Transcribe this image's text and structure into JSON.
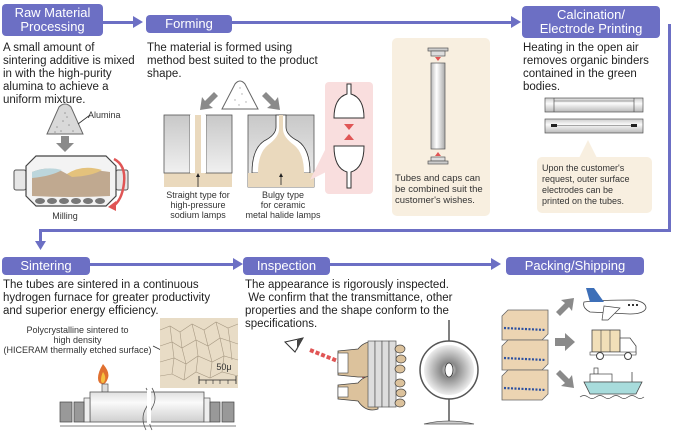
{
  "colors": {
    "step_bg": "#6c6fc4",
    "note_bg": "#f8efe0",
    "highlight_bg": "#f9dede",
    "accent_red": "#e05555",
    "arrow_gray": "#8a8a8a"
  },
  "steps": {
    "raw": {
      "title_line1": "Raw Material",
      "title_line2": "Processing",
      "desc": [
        "A small amount of",
        "sintering additive is mixed",
        "in with the high-purity",
        "alumina to achieve a",
        "uniform mixture."
      ],
      "alumina_label": "Alumina",
      "milling_label": "Milling"
    },
    "forming": {
      "title": "Forming",
      "desc": [
        "The material is formed using",
        "method best suited to the product",
        "shape."
      ],
      "straight_caption": [
        "Straight type for",
        "high-pressure",
        "sodium lamps"
      ],
      "bulgy_caption": [
        "Bulgy type",
        "for ceramic",
        "metal halide lamps"
      ],
      "tubes_note": [
        "Tubes and caps can",
        "be combined suit the",
        "customer's wishes."
      ]
    },
    "calcination": {
      "title_line1": "Calcination/",
      "title_line2": "Electrode Printing",
      "desc": [
        "Heating in the open air",
        "removes organic binders",
        "contained in the green",
        "bodies."
      ],
      "note": [
        "Upon the customer's",
        "request, outer surface",
        "electrodes can be",
        "printed on the tubes."
      ]
    },
    "sintering": {
      "title": "Sintering",
      "desc": [
        "The tubes are sintered in a continuous",
        "hydrogen furnace for greater productivity",
        "and superior energy efficiency."
      ],
      "micro_caption": [
        "Polycrystalline sintered to",
        "high density",
        "(HICERAM thermally etched surface)"
      ],
      "scale_label": "50μ"
    },
    "inspection": {
      "title": "Inspection",
      "desc": [
        "The appearance is rigorously inspected.",
        " We confirm that the transmittance, other",
        "properties and the shape conform to the",
        "specifications."
      ]
    },
    "packing": {
      "title": "Packing/Shipping"
    }
  }
}
